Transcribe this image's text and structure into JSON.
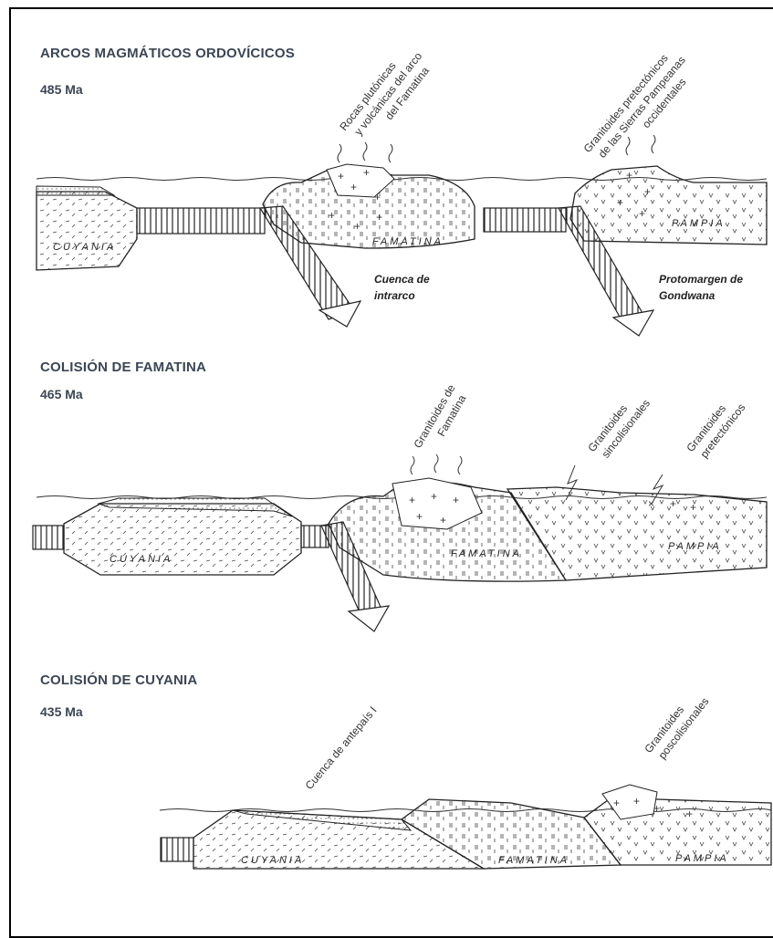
{
  "panels": [
    {
      "title": "ARCOS MAGMÁTICOS ORDOVÍCICOS",
      "age": "485 Ma",
      "labels": {
        "rocas": [
          "Rocas plutónicas",
          "y volcánicas del arco",
          "del Famatina"
        ],
        "granitoides_pretectonicos": [
          "Granitoides pretectónicos",
          "de las Sierras Pampeanas",
          "occidentales"
        ],
        "cuenca": [
          "Cuenca de",
          "intrarco"
        ],
        "protomargen": [
          "Protomargen de",
          "Gondwana"
        ],
        "cuyania": "CUYANIA",
        "famatina": "FAMATINA",
        "pampia": "PAMPIA"
      }
    },
    {
      "title": "COLISIÓN DE FAMATINA",
      "age": "465 Ma",
      "labels": {
        "granitoides_famatina": [
          "Granitoides de",
          "Famatina"
        ],
        "sincolisionales": [
          "Granitoides",
          "sincolisionales"
        ],
        "pretectonicos": [
          "Granitoides",
          "pretectónicos"
        ],
        "cuyania": "CUYANIA",
        "famatina": "FAMATINA",
        "pampia": "PAMPIA"
      }
    },
    {
      "title": "COLISIÓN DE CUYANIA",
      "age": "435 Ma",
      "labels": {
        "cuenca_antepais": "Cuenca de antepaís I",
        "poscolisionales": [
          "Granitoides",
          "poscolisionales"
        ],
        "cuyania": "CUYANIA",
        "famatina": "FAMATINA",
        "pampia": "PAMPIA"
      }
    }
  ]
}
